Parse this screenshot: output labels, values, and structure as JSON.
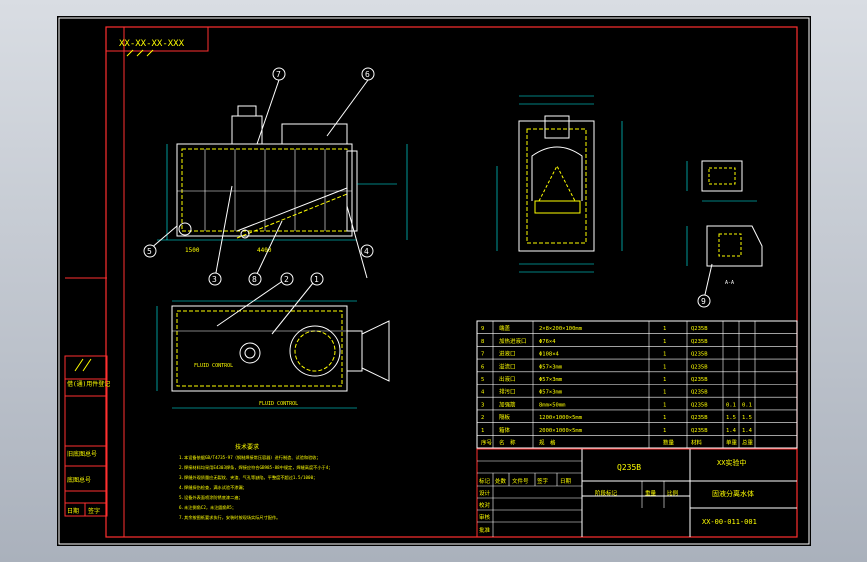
{
  "top_stamp": "XX-XX-XX-XXX",
  "balloons": [
    "7",
    "6",
    "5",
    "3",
    "8",
    "2",
    "1",
    "4",
    "9"
  ],
  "tech_title": "技术要求",
  "tech_notes": [
    "1.本设备依据GB/T4735-97（钢制焊接常压容器）进行制造、试验和验收；",
    "2.焊接材料均采用E4303焊条，焊接应符合GB985-88中规定，焊缝高度不小于4；",
    "3.焊缝外观质量应无裂纹、夹渣、气孔等缺陷，平整度不超过1.5/1000；",
    "4.焊缝探伤检查，满水试验不渗漏；",
    "5.设备外表面喷涂防锈底漆二遍；",
    "6.未注倒角C2，未注圆角R5；",
    "7.其余按图纸要求执行，安装时按现场实际尺寸配作。"
  ],
  "bom_rows": [
    {
      "no": "9",
      "name": "端盖",
      "spec": "2×8×200×100mm",
      "qty": "1",
      "mat": "Q235B",
      "w1": "",
      "w2": ""
    },
    {
      "no": "8",
      "name": "加热进液口",
      "spec": "Φ76×4",
      "qty": "1",
      "mat": "Q235B",
      "w1": "",
      "w2": ""
    },
    {
      "no": "7",
      "name": "进液口",
      "spec": "Φ108×4",
      "qty": "1",
      "mat": "Q235B",
      "w1": "",
      "w2": ""
    },
    {
      "no": "6",
      "name": "溢流口",
      "spec": "Φ57×3mm",
      "qty": "1",
      "mat": "Q235B",
      "w1": "",
      "w2": ""
    },
    {
      "no": "5",
      "name": "出液口",
      "spec": "Φ57×3mm",
      "qty": "1",
      "mat": "Q235B",
      "w1": "",
      "w2": ""
    },
    {
      "no": "4",
      "name": "排污口",
      "spec": "Φ57×3mm",
      "qty": "1",
      "mat": "Q235B",
      "w1": "",
      "w2": ""
    },
    {
      "no": "3",
      "name": "加强筋",
      "spec": "8mm×50mm",
      "qty": "1",
      "mat": "Q235B",
      "w1": "0.1",
      "w2": "0.1"
    },
    {
      "no": "2",
      "name": "隔板",
      "spec": "1200×1000×5mm",
      "qty": "1",
      "mat": "Q235B",
      "w1": "1.5",
      "w2": "1.5"
    },
    {
      "no": "1",
      "name": "箱体",
      "spec": "2000×1000×5mm",
      "qty": "1",
      "mat": "Q235B",
      "w1": "1.4",
      "w2": "1.4"
    }
  ],
  "bom_header": {
    "no": "序号",
    "name": "名　称",
    "spec": "规　格",
    "qty": "数量",
    "mat": "材料",
    "w1": "单重",
    "w2": "总重"
  },
  "material": "Q235B",
  "company": "XX实验中",
  "drawing_name": "固液分离水体",
  "drawing_code": "XX-00-011-001",
  "title_labels": {
    "mark": "标记",
    "count": "处数",
    "doc": "文件号",
    "sign": "签字",
    "date": "日期",
    "design": "设计",
    "check": "校对",
    "review": "审核",
    "approve": "批准",
    "stage": "阶段标记",
    "weight": "重量",
    "scale": "比例"
  },
  "left_col_labels": [
    "借(通)用件登记",
    "旧底图总号",
    "底图总号",
    "日期",
    "签字"
  ],
  "dims": {
    "top_view": [
      "1500",
      "4400"
    ],
    "plan_label_a": "FLUID CONTROL",
    "plan_label_b": "FLUID CONTROL",
    "section_label": "A-A"
  },
  "colors": {
    "sheet": "#000000",
    "border": "#ff0000",
    "dim": "#00ffff",
    "object": "#ffffff",
    "hidden": "#ffff00",
    "leader": "#7f7fff",
    "tag": "#ffff00"
  }
}
